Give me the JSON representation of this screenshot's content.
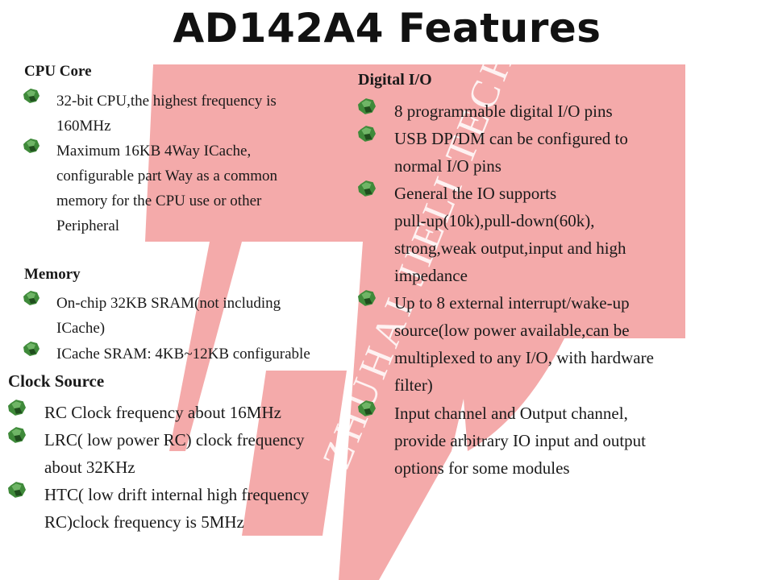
{
  "title": "AD142A4 Features",
  "watermark_text": "ZHUHAI JIELI TECH",
  "colors": {
    "watermark_red": "#f4aaaa",
    "bullet_green": "#3f8a3a",
    "bullet_dark": "#1f4d1d"
  },
  "icons": {
    "bullet": "green-gem-bullet-icon"
  },
  "sections": {
    "cpu_core": {
      "title": "CPU Core",
      "items": [
        "32-bit CPU,the highest frequency is\n160MHz",
        "Maximum 16KB 4Way ICache,\nconfigurable part Way as a common\nmemory for the CPU use or other\nPeripheral"
      ]
    },
    "memory": {
      "title": "Memory",
      "items": [
        "On-chip 32KB SRAM(not including\nICache)",
        "ICache SRAM: 4KB~12KB configurable"
      ]
    },
    "clock_source": {
      "title": "Clock Source",
      "items": [
        "RC Clock frequency about 16MHz",
        "LRC( low power RC) clock frequency\nabout 32KHz",
        "HTC( low drift internal high frequency\nRC)clock frequency is 5MHz"
      ]
    },
    "digital_io": {
      "title": "Digital I/O",
      "items": [
        "8 programmable digital I/O pins",
        "USB DP/DM can be configured to\nnormal I/O pins",
        "General the IO supports\npull-up(10k),pull-down(60k),\nstrong,weak output,input and high\nimpedance",
        "Up to 8 external interrupt/wake-up\nsource(low power available,can be\nmultiplexed to any I/O, with hardware\nfilter)",
        "Input channel and Output channel,\nprovide arbitrary IO input and output\noptions for some modules"
      ]
    }
  }
}
